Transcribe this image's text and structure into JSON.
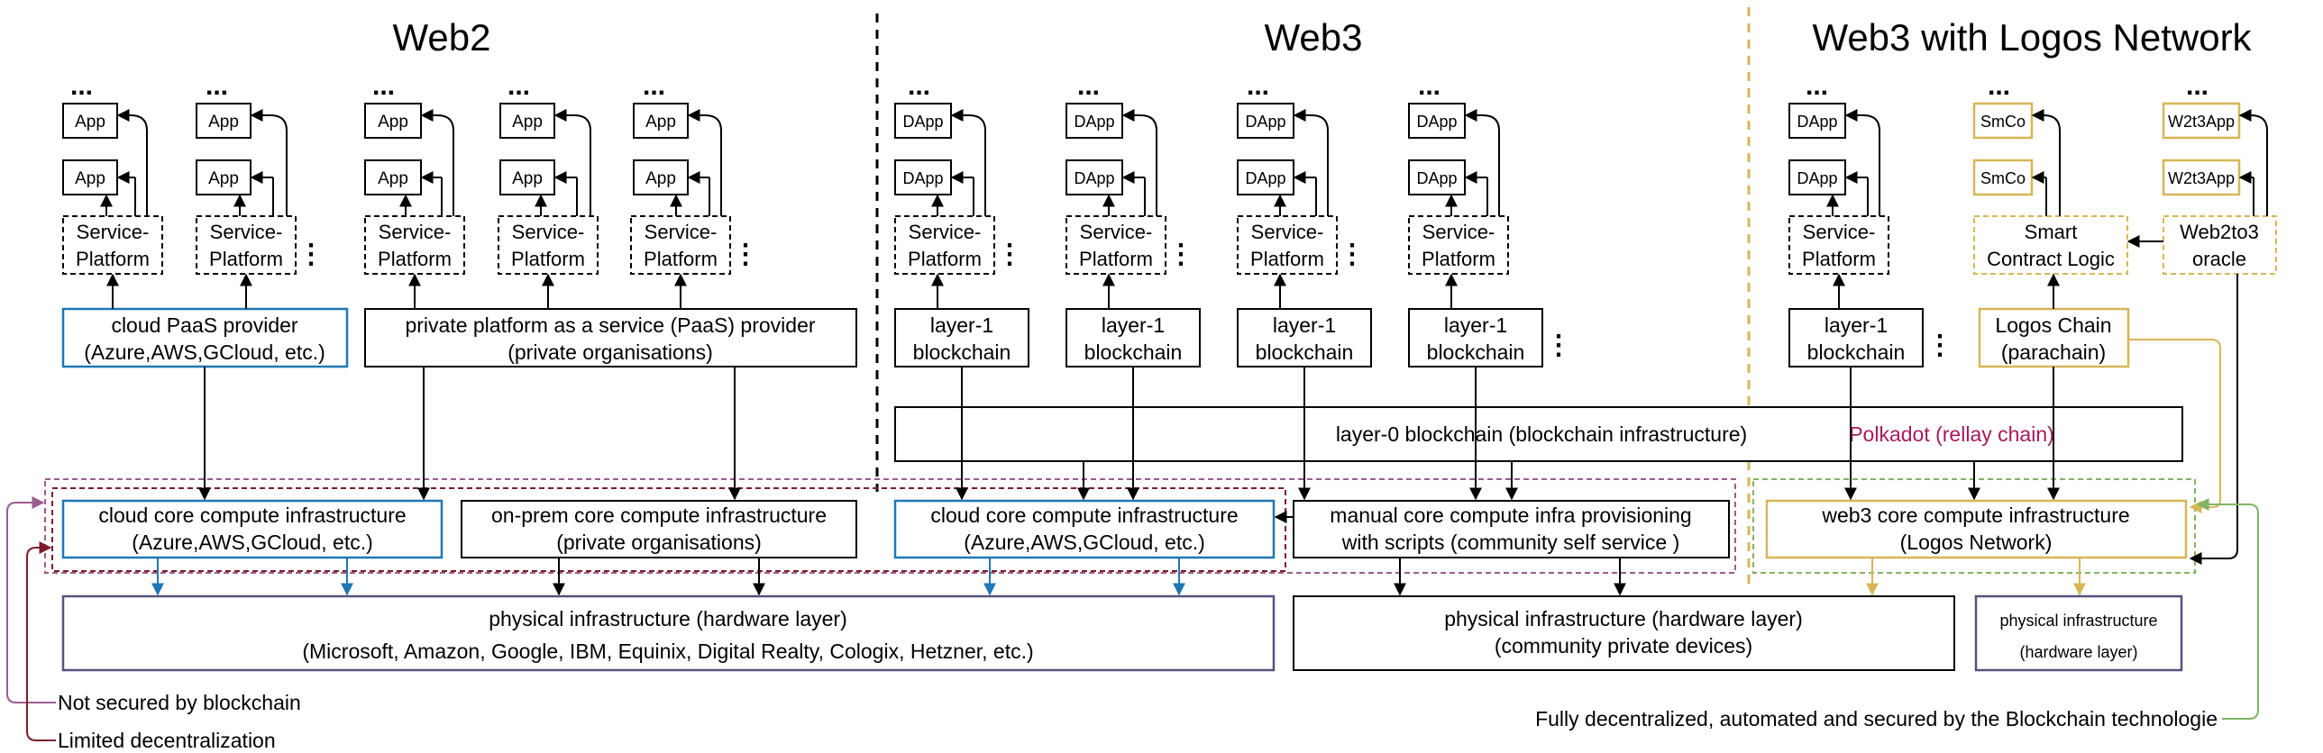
{
  "colors": {
    "blue": "#1f77b4",
    "gold": "#d6b656",
    "purple": "#56517e",
    "green": "#82b366",
    "maroon": "#7b1c2c",
    "magenta": "#a8185b",
    "lavender": "#9b5c8f"
  },
  "sections": {
    "web2": "Web2",
    "web3": "Web3",
    "logos": "Web3 with Logos Network"
  },
  "ellipsis": "...",
  "vdots": "⋮",
  "labels": {
    "app": "App",
    "dapp": "DApp",
    "smco": "SmCo",
    "w2t3app": "W2t3App",
    "service_l1": "Service-",
    "service_l2": "Platform",
    "smart_l1": "Smart",
    "smart_l2": "Contract Logic",
    "oracle_l1": "Web2to3",
    "oracle_l2": "oracle",
    "layer1_l1": "layer-1",
    "layer1_l2": "blockchain",
    "cloud_paas_l1": "cloud PaaS provider",
    "cloud_paas_l2": "(Azure,AWS,GCloud, etc.)",
    "private_paas_l1": "private platform as a service (PaaS) provider",
    "private_paas_l2": "(private organisations)",
    "logos_chain_l1": "Logos Chain",
    "logos_chain_l2": "(parachain)",
    "layer0": "layer-0 blockchain (blockchain infrastructure)",
    "polkadot": "Polkadot (rellay chain)",
    "cloud_core_l1": "cloud core compute infrastructure",
    "cloud_core_l2": "(Azure,AWS,GCloud, etc.)",
    "onprem_l1": "on-prem core compute infrastructure",
    "onprem_l2": "(private organisations)",
    "manual_l1": "manual core compute infra provisioning",
    "manual_l2": "with scripts (community self service )",
    "web3core_l1": "web3 core compute infrastructure",
    "web3core_l2": "(Logos Network)",
    "phys_main_l1": "physical infrastructure (hardware layer)",
    "phys_main_l2": "(Microsoft, Amazon, Google, IBM, Equinix, Digital Realty, Cologix, Hetzner, etc.)",
    "phys_comm_l1": "physical infrastructure (hardware layer)",
    "phys_comm_l2": "(community private devices)",
    "phys_logos_l1": "physical infrastructure",
    "phys_logos_l2": "(hardware layer)"
  },
  "legend": {
    "not_secured": "Not secured by blockchain",
    "limited": "Limited decentralization",
    "fully": "Fully decentralized, automated and secured by the Blockchain technologie"
  }
}
